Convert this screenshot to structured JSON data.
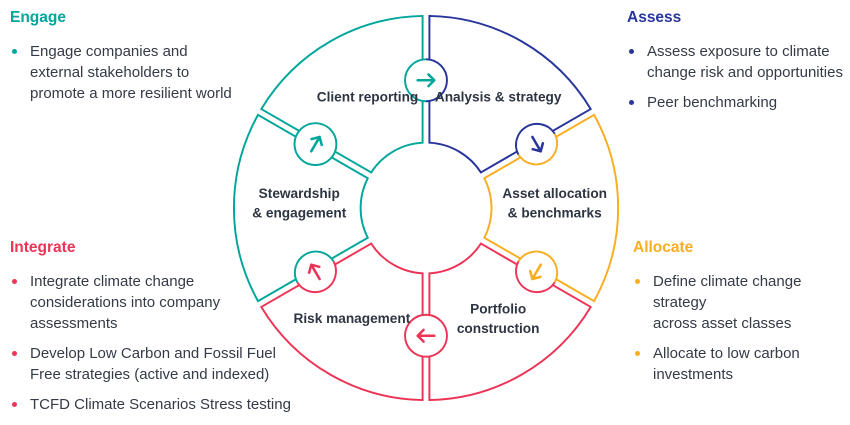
{
  "panels": {
    "engage": {
      "title": "Engage",
      "accent_color": "#00A69B",
      "bullets": [
        "Engage companies and\nexternal stakeholders to\npromote a more resilient world"
      ]
    },
    "assess": {
      "title": "Assess",
      "accent_color": "#27359C",
      "bullets": [
        "Assess exposure to climate\nchange risk and opportunities",
        "Peer benchmarking"
      ]
    },
    "integrate": {
      "title": "Integrate",
      "accent_color": "#EE3456",
      "bullets": [
        "Integrate climate change\nconsiderations into company\nassessments",
        "Develop Low Carbon and Fossil Fuel\nFree strategies (active and indexed)",
        "TCFD Climate Scenarios Stress testing"
      ]
    },
    "allocate": {
      "title": "Allocate",
      "accent_color": "#F9AD20",
      "bullets": [
        "Define climate change strategy\nacross asset classes",
        "Allocate to low carbon\ninvestments"
      ]
    }
  },
  "cycle": {
    "flow_direction": "clockwise",
    "segments": [
      {
        "id": "client-reporting",
        "color": "#00A69B",
        "label_lines": [
          "Client reporting"
        ]
      },
      {
        "id": "analysis-strategy",
        "color": "#27359C",
        "label_lines": [
          "Analysis & strategy"
        ]
      },
      {
        "id": "asset-allocation-benchmarks",
        "color": "#F9AD20",
        "label_lines": [
          "Asset allocation",
          "& benchmarks"
        ]
      },
      {
        "id": "portfolio-construction",
        "color": "#EE3456",
        "label_lines": [
          "Portfolio",
          "construction"
        ]
      },
      {
        "id": "risk-management",
        "color": "#EE3456",
        "label_lines": [
          "Risk management"
        ]
      },
      {
        "id": "stewardship-engagement",
        "color": "#00A69B",
        "label_lines": [
          "Stewardship",
          "& engagement"
        ]
      }
    ]
  },
  "colors": {
    "teal": "#00A69B",
    "navy": "#27359C",
    "red": "#EE3456",
    "yellow": "#F9AD20",
    "body_text": "#343A46"
  }
}
